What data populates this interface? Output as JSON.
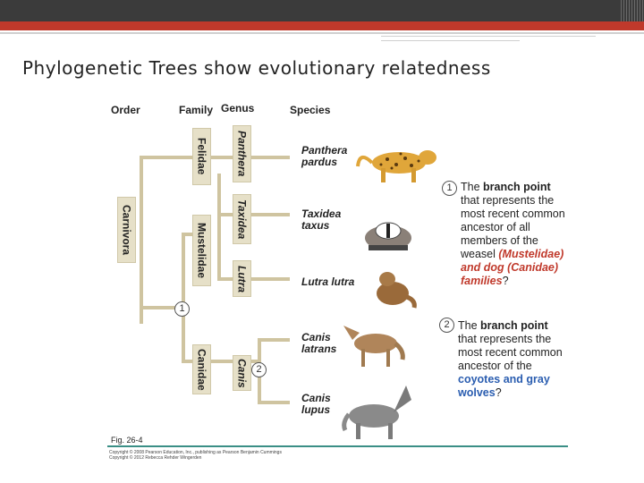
{
  "title": "Phylogenetic Trees show evolutionary relatedness",
  "columns": {
    "order": "Order",
    "family": "Family",
    "genus": "Genus",
    "species": "Species"
  },
  "order": "Carnivora",
  "families": [
    "Felidae",
    "Mustelidae",
    "Canidae"
  ],
  "genera": [
    "Panthera",
    "Taxidea",
    "Lutra",
    "Canis"
  ],
  "species": [
    {
      "line1": "Panthera",
      "line2": "pardus",
      "animal": "leopard"
    },
    {
      "line1": "Taxidea",
      "line2": "taxus",
      "animal": "badger"
    },
    {
      "line1": "Lutra lutra",
      "line2": "",
      "animal": "otter"
    },
    {
      "line1": "Canis",
      "line2": "latrans",
      "animal": "coyote"
    },
    {
      "line1": "Canis",
      "line2": "lupus",
      "animal": "gray-wolf"
    }
  ],
  "branch_points": [
    {
      "number": "1",
      "pre": "The ",
      "bold": "branch point",
      "mid": " that represents the most recent common ancestor of all members of the weasel ",
      "highlight": "(Mustelidae) and dog (Canidae) families",
      "post": "?"
    },
    {
      "number": "2",
      "pre": "The ",
      "bold": "branch point",
      "mid": " that represents the most recent common ancestor of the ",
      "highlight": "coyotes and gray wolves",
      "post": "?"
    }
  ],
  "figure_label": "Fig. 26-4",
  "credits": [
    "Copyright © 2008 Pearson Education, Inc., publishing as Pearson Benjamin Cummings",
    "Copyright © 2012 Rebecca Rehder Wingerden"
  ],
  "colors": {
    "branch": "#cfc4a0",
    "box": "#e6e0c8",
    "accent_red": "#c0392b",
    "accent_blue": "#2a5db0",
    "rule": "#3a8f86"
  }
}
